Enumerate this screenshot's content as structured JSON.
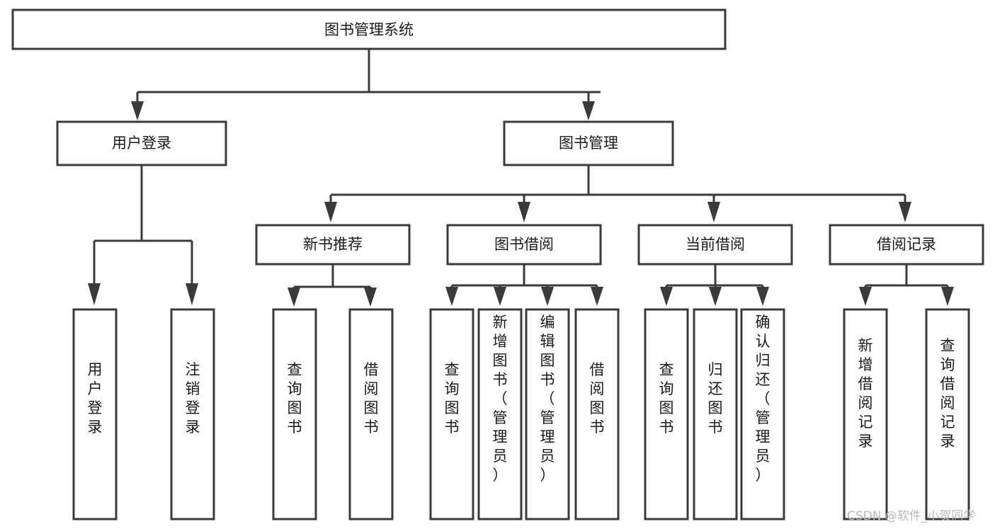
{
  "diagram": {
    "title": "图书管理系统",
    "type": "tree-hierarchy-chart",
    "watermark": "CSDN @软件_小贺同学",
    "levels": {
      "root": "图书管理系统",
      "level2": [
        "用户登录",
        "图书管理"
      ],
      "level3": [
        "新书推荐",
        "图书借阅",
        "当前借阅",
        "借阅记录"
      ]
    },
    "nodes": {
      "root": {
        "label": "图书管理系统",
        "orientation": "horizontal"
      },
      "user_login": {
        "label": "用户登录",
        "orientation": "horizontal"
      },
      "book_manage": {
        "label": "图书管理",
        "orientation": "horizontal"
      },
      "new_book_rec": {
        "label": "新书推荐",
        "orientation": "horizontal"
      },
      "book_borrow": {
        "label": "图书借阅",
        "orientation": "horizontal"
      },
      "current_borrow": {
        "label": "当前借阅",
        "orientation": "horizontal"
      },
      "borrow_record": {
        "label": "借阅记录",
        "orientation": "horizontal"
      },
      "leaf_user_login": {
        "label": "用户登录",
        "orientation": "vertical"
      },
      "leaf_logout": {
        "label": "注销登录",
        "orientation": "vertical"
      },
      "leaf_query_book_1": {
        "label": "查询图书",
        "orientation": "vertical"
      },
      "leaf_borrow_book_1": {
        "label": "借阅图书",
        "orientation": "vertical"
      },
      "leaf_query_book_2": {
        "label": "查询图书",
        "orientation": "vertical"
      },
      "leaf_add_book": {
        "label": "新增图书（管理员）",
        "orientation": "vertical"
      },
      "leaf_edit_book": {
        "label": "编辑图书（管理员）",
        "orientation": "vertical"
      },
      "leaf_borrow_book_2": {
        "label": "借阅图书",
        "orientation": "vertical"
      },
      "leaf_query_book_3": {
        "label": "查询图书",
        "orientation": "vertical"
      },
      "leaf_return_book": {
        "label": "归还图书",
        "orientation": "vertical"
      },
      "leaf_confirm_return": {
        "label": "确认归还（管理员）",
        "orientation": "vertical"
      },
      "leaf_add_record": {
        "label": "新增借阅记录",
        "orientation": "vertical"
      },
      "leaf_query_record": {
        "label": "查询借阅记录",
        "orientation": "vertical"
      }
    },
    "edges": [
      {
        "from": "图书管理系统",
        "to": "用户登录"
      },
      {
        "from": "图书管理系统",
        "to": "图书管理"
      },
      {
        "from": "用户登录",
        "to": "用户登录"
      },
      {
        "from": "用户登录",
        "to": "注销登录"
      },
      {
        "from": "图书管理",
        "to": "新书推荐"
      },
      {
        "from": "图书管理",
        "to": "图书借阅"
      },
      {
        "from": "图书管理",
        "to": "当前借阅"
      },
      {
        "from": "图书管理",
        "to": "借阅记录"
      },
      {
        "from": "新书推荐",
        "to": "查询图书"
      },
      {
        "from": "新书推荐",
        "to": "借阅图书"
      },
      {
        "from": "图书借阅",
        "to": "查询图书"
      },
      {
        "from": "图书借阅",
        "to": "新增图书（管理员）"
      },
      {
        "from": "图书借阅",
        "to": "编辑图书（管理员）"
      },
      {
        "from": "图书借阅",
        "to": "借阅图书"
      },
      {
        "from": "当前借阅",
        "to": "查询图书"
      },
      {
        "from": "当前借阅",
        "to": "归还图书"
      },
      {
        "from": "当前借阅",
        "to": "确认归还（管理员）"
      },
      {
        "from": "借阅记录",
        "to": "新增借阅记录"
      },
      {
        "from": "借阅记录",
        "to": "查询借阅记录"
      }
    ],
    "colors": {
      "box_stroke": "#3a3a3a",
      "box_fill": "#ffffff",
      "text": "#1a1a1a",
      "background": "#ffffff",
      "watermark": "#b9b9b9"
    }
  }
}
